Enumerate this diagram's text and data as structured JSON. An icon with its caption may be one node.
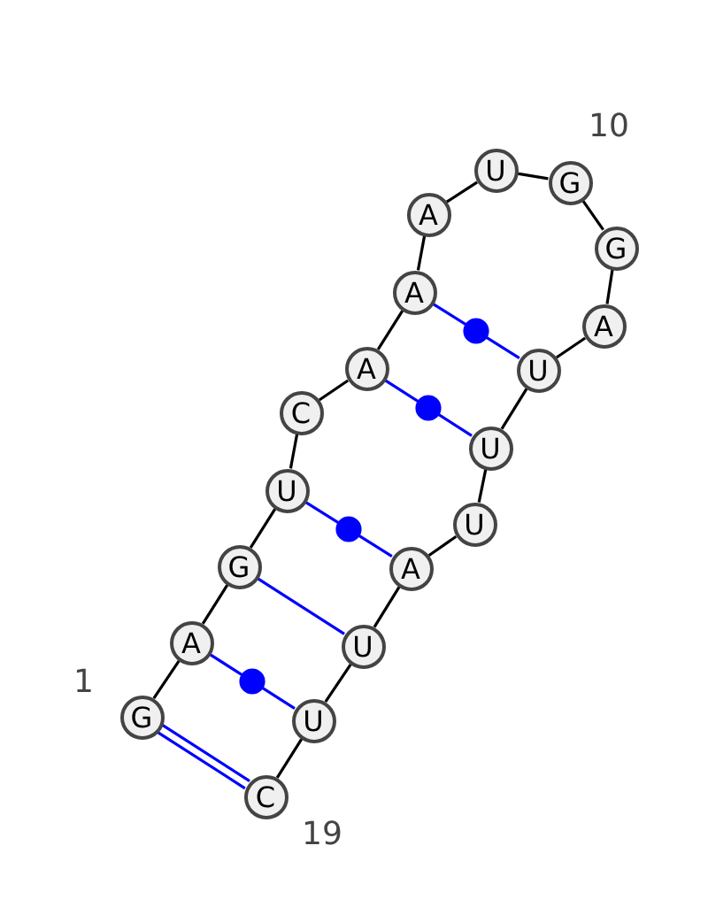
{
  "diagram": {
    "nodes": [
      {
        "text": [
          "G"
        ],
        "beside": [
          "1"
        ]
      },
      {
        "text": [
          "A"
        ]
      },
      {
        "text": [
          "G"
        ]
      },
      {
        "text": [
          "U"
        ]
      },
      {
        "text": [
          "C"
        ]
      },
      {
        "text": [
          "A"
        ]
      },
      {
        "text": [
          "A"
        ]
      },
      {
        "text": [
          "A"
        ]
      },
      {
        "text": [
          "U"
        ]
      },
      {
        "text": [
          "G"
        ],
        "beside": [
          "10"
        ]
      },
      {
        "text": [
          "G"
        ]
      },
      {
        "text": [
          "A"
        ]
      },
      {
        "text": [
          "U"
        ]
      },
      {
        "text": [
          "U"
        ]
      },
      {
        "text": [
          "U"
        ]
      },
      {
        "text": [
          "A"
        ]
      },
      {
        "text": [
          "U"
        ]
      },
      {
        "text": [
          "U"
        ]
      },
      {
        "text": [
          "C"
        ],
        "beside": [
          "19"
        ]
      }
    ],
    "edges": [
      {
        "from": 0,
        "to": 1,
        "arrow": "none"
      },
      {
        "from": 1,
        "to": 2,
        "arrow": "none"
      },
      {
        "from": 2,
        "to": 3,
        "arrow": "none"
      },
      {
        "from": 3,
        "to": 4,
        "arrow": "none"
      },
      {
        "from": 4,
        "to": 5,
        "arrow": "none"
      },
      {
        "from": 5,
        "to": 6,
        "arrow": "none"
      },
      {
        "from": 6,
        "to": 7,
        "arrow": "none"
      },
      {
        "from": 7,
        "to": 8,
        "arrow": "none"
      },
      {
        "from": 8,
        "to": 9,
        "arrow": "none"
      },
      {
        "from": 9,
        "to": 10,
        "arrow": "none"
      },
      {
        "from": 10,
        "to": 11,
        "arrow": "none"
      },
      {
        "from": 11,
        "to": 12,
        "arrow": "none"
      },
      {
        "from": 12,
        "to": 13,
        "arrow": "none"
      },
      {
        "from": 13,
        "to": 14,
        "arrow": "none"
      },
      {
        "from": 14,
        "to": 15,
        "arrow": "none"
      },
      {
        "from": 15,
        "to": 16,
        "arrow": "none"
      },
      {
        "from": 16,
        "to": 17,
        "arrow": "none"
      },
      {
        "from": 17,
        "to": 18,
        "arrow": "none"
      },
      {
        "from": 0,
        "to": 18,
        "arrow": "none",
        "color": "#0000ff"
      },
      {
        "from": 1,
        "to": 17,
        "arrow": "none",
        "color": "#0000ff"
      },
      {
        "from": 2,
        "to": 16,
        "arrow": "none",
        "color": "#0000ff"
      },
      {
        "from": 3,
        "to": 15,
        "arrow": "none",
        "color": "#0000ff"
      },
      {
        "from": 5,
        "to": 13,
        "arrow": "none",
        "color": "#0000ff"
      },
      {
        "from": 6,
        "to": 12,
        "arrow": "none",
        "color": "#0000ff"
      }
    ]
  }
}
